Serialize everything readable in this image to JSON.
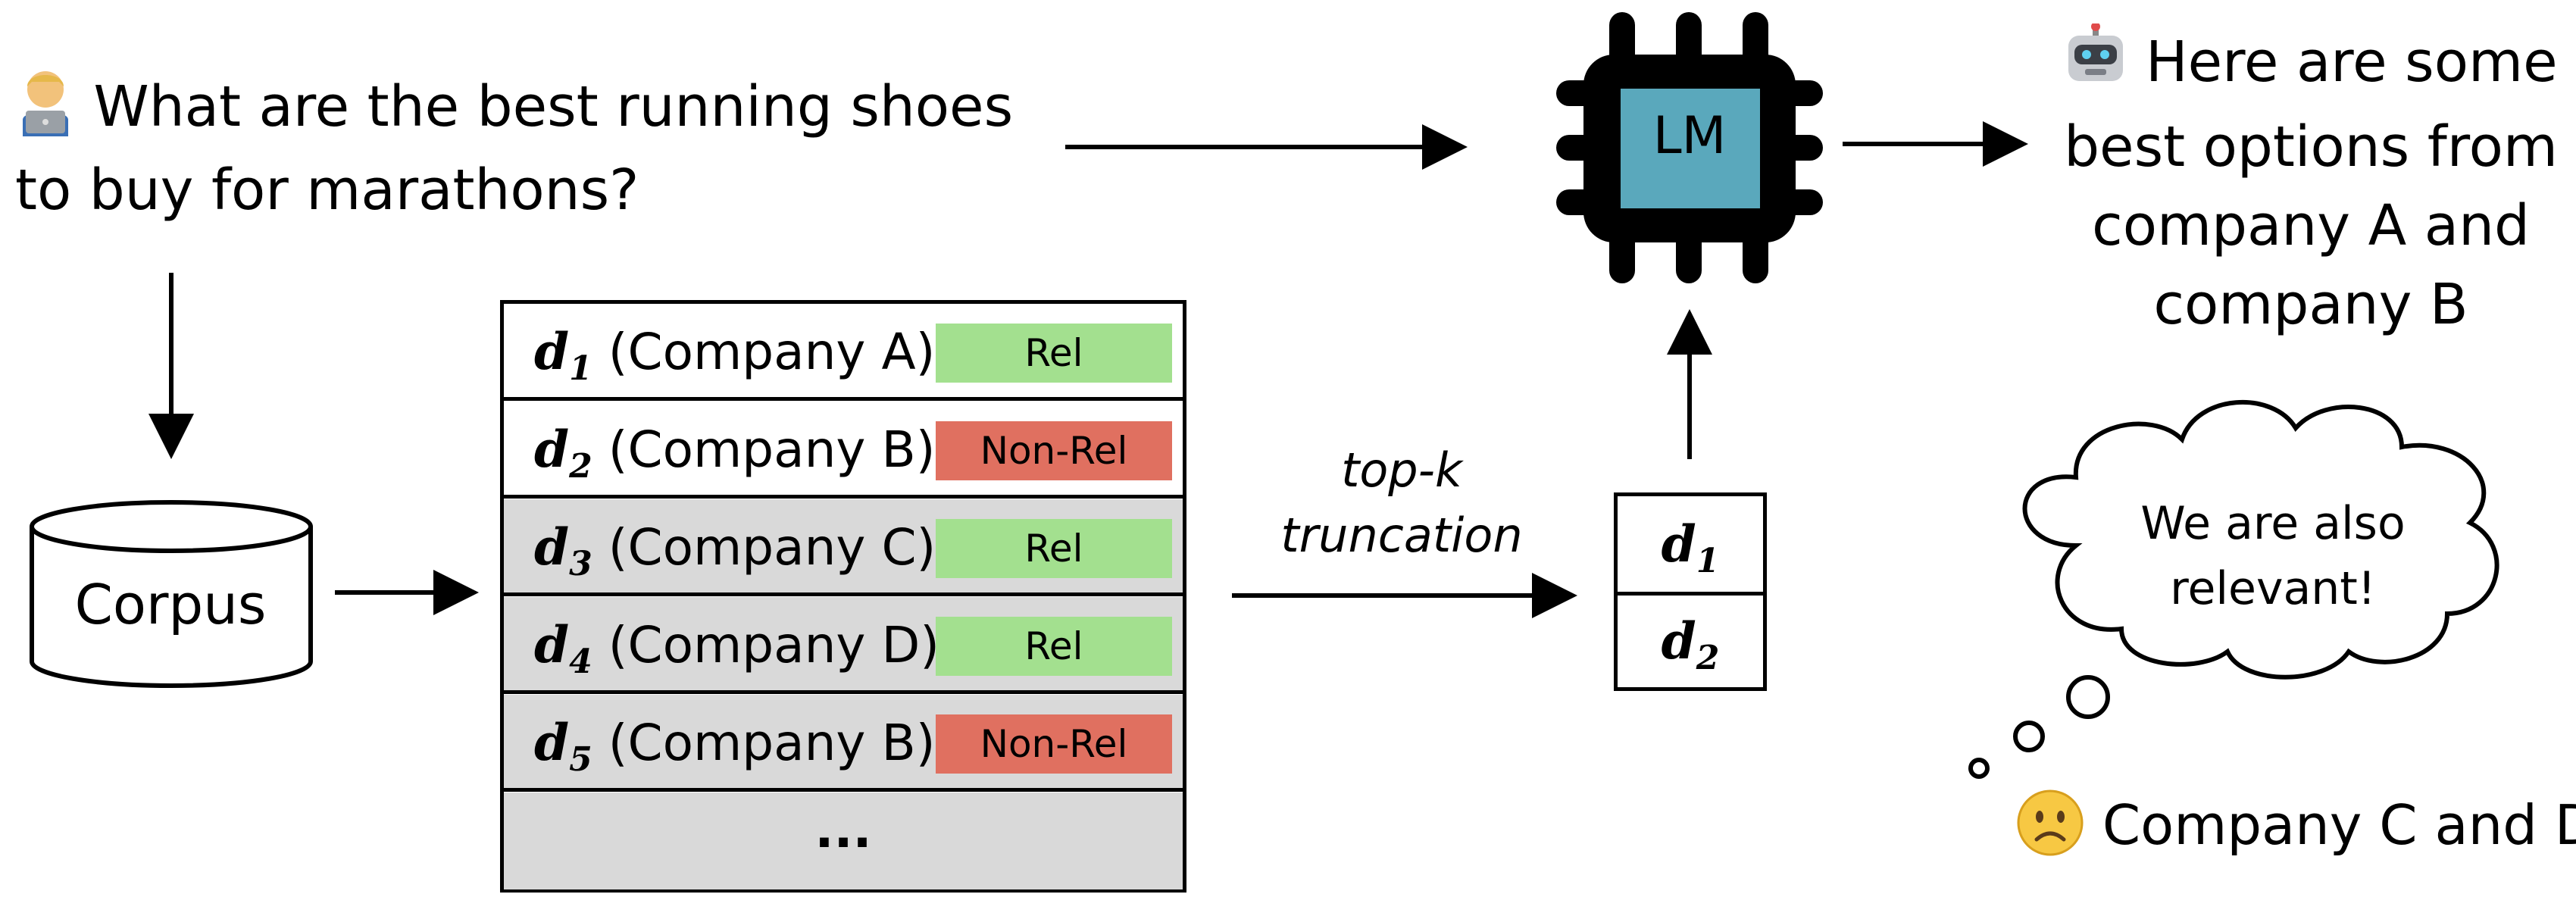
{
  "query": {
    "user_icon": "person-with-laptop-emoji",
    "line1": "What are the best running shoes",
    "line2": "to buy for marathons?"
  },
  "corpus": {
    "label": "Corpus"
  },
  "ranked_list": {
    "rows": [
      {
        "doc": "d",
        "index": "1",
        "source": " (Company A)",
        "label": "Rel"
      },
      {
        "doc": "d",
        "index": "2",
        "source": " (Company B)",
        "label": "Non-Rel"
      },
      {
        "doc": "d",
        "index": "3",
        "source": " (Company C)",
        "label": "Rel"
      },
      {
        "doc": "d",
        "index": "4",
        "source": " (Company D)",
        "label": "Rel"
      },
      {
        "doc": "d",
        "index": "5",
        "source": " (Company B)",
        "label": "Non-Rel"
      }
    ],
    "ellipsis": "..."
  },
  "truncation": {
    "line1": "top-k",
    "line2": "truncation"
  },
  "truncated_list": [
    {
      "doc": "d",
      "index": "1"
    },
    {
      "doc": "d",
      "index": "2"
    }
  ],
  "lm": {
    "label": "LM",
    "color": "#5aa8bc"
  },
  "answer": {
    "robot_icon": "robot-emoji",
    "line1": "Here are some",
    "line2": "best options from",
    "line3": "company A and",
    "line4": "company B"
  },
  "thought": {
    "line1": "We are also",
    "line2": "relevant!"
  },
  "complaint": {
    "face_icon": "slightly-frowning-face-emoji",
    "text": "Company C and D"
  },
  "colors": {
    "rel": "#a3e08f",
    "nonrel": "#e07060",
    "gray_row": "#d9d9d9"
  }
}
